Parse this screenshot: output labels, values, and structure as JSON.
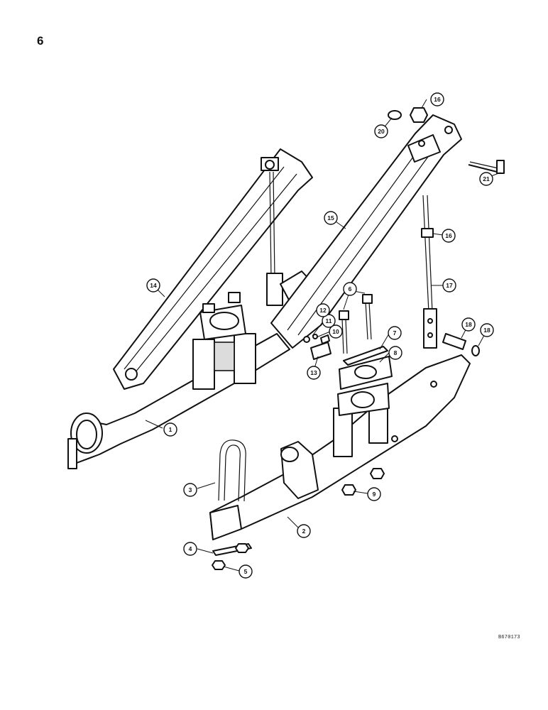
{
  "page_number": "6",
  "drawing_id": "B670173",
  "callouts": [
    "1",
    "2",
    "3",
    "4",
    "5",
    "6",
    "7",
    "8",
    "9",
    "10",
    "11",
    "12",
    "13",
    "14",
    "15",
    "16",
    "16",
    "17",
    "18",
    "18",
    "20",
    "21"
  ]
}
